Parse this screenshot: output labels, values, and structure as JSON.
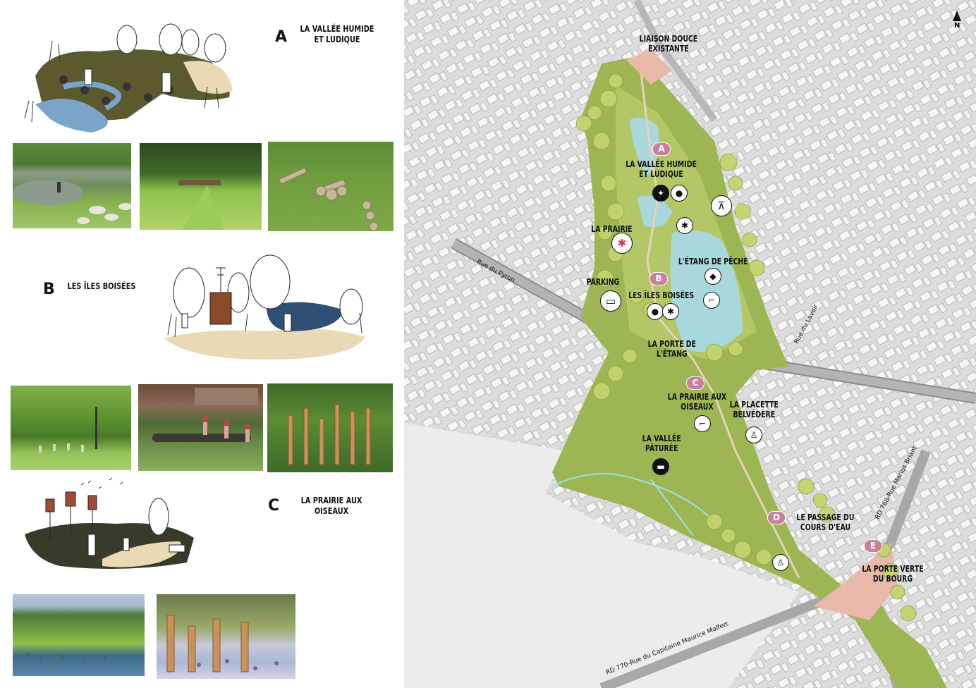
{
  "sections": [
    {
      "letter": "A",
      "title_line1": "LA VALLÉE HUMIDE",
      "title_line2": "ET LUDIQUE"
    },
    {
      "letter": "B",
      "title_line1": "LES ÎLES BOISÉES",
      "title_line2": ""
    },
    {
      "letter": "C",
      "title_line1": "LA PRAIRIE AUX",
      "title_line2": "OISEAUX"
    }
  ],
  "map": {
    "north": "N",
    "labels": {
      "liaison_1": "LIAISON DOUCE",
      "liaison_2": "EXISTANTE",
      "vallee_1": "LA VALLÉE HUMIDE",
      "vallee_2": "ET LUDIQUE",
      "prairie": "LA PRAIRIE",
      "etang": "L'ÉTANG DE PÊCHE",
      "parking": "PARKING",
      "iles": "LES ÎLES BOISÉES",
      "porte_1": "LA PORTE DE",
      "porte_2": "L'ÉTANG",
      "prairie_oiseaux_1": "LA PRAIRIE AUX",
      "prairie_oiseaux_2": "OISEAUX",
      "placette_1": "LA PLACETTE",
      "placette_2": "BELVÉDÈRE",
      "paturee_1": "LA VALLÉE",
      "paturee_2": "PÂTURÉE",
      "passage_1": "LE PASSAGE DU",
      "passage_2": "COURS D'EAU",
      "porte_verte_1": "LA PORTE VERTE",
      "porte_verte_2": "DU BOURG"
    },
    "roads": {
      "pyron": "Rue du Pyron",
      "lavoir": "Rue du Lavoir",
      "rd768": "RD 768-Rue Marius Briant",
      "rd770": "RD 770-Rue du Capitaine Maurice Malfert"
    },
    "badges": [
      "A",
      "B",
      "C",
      "D",
      "E"
    ]
  },
  "colors": {
    "park_green": "#9db552",
    "light_green": "#c3d46e",
    "water": "#a8d8dc",
    "badge": "#c9809f",
    "path": "#e8b8a8"
  }
}
